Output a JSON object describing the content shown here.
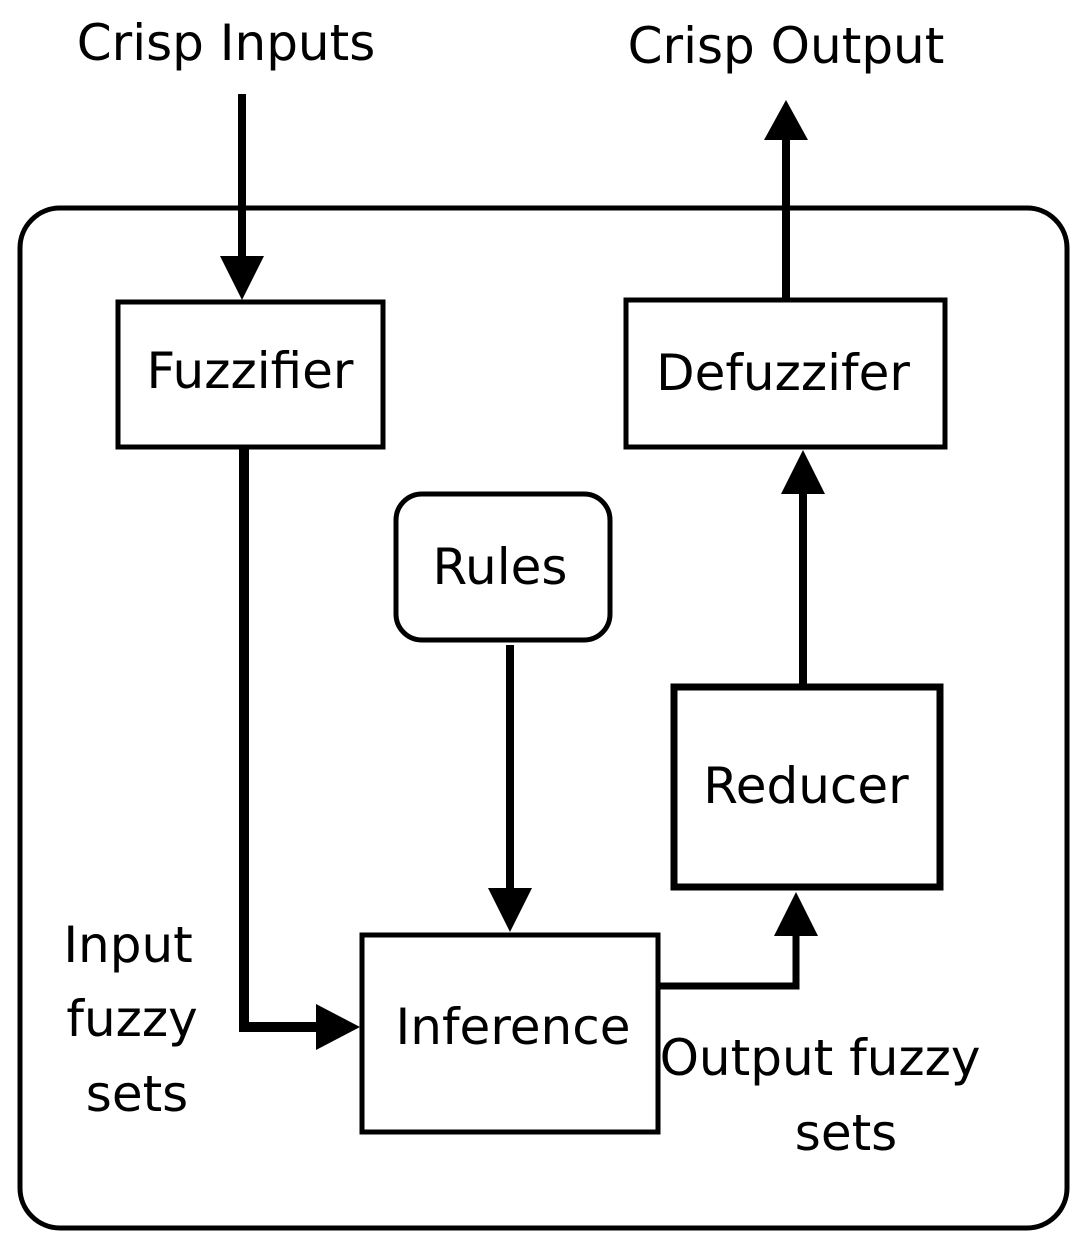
{
  "diagram": {
    "inputs_label": "Crisp Inputs",
    "output_label": "Crisp Output",
    "nodes": {
      "fuzzifier": "Fuzzifier",
      "defuzzifier": "Defuzzifer",
      "rules": "Rules",
      "reducer": "Reducer",
      "inference": "Inference"
    },
    "edge_labels": {
      "input_fuzzy_sets": [
        "Input",
        "fuzzy",
        "sets"
      ],
      "output_fuzzy_sets": [
        "Output fuzzy",
        "sets"
      ]
    }
  },
  "colors": {
    "stroke": "#000000",
    "background": "#ffffff"
  }
}
